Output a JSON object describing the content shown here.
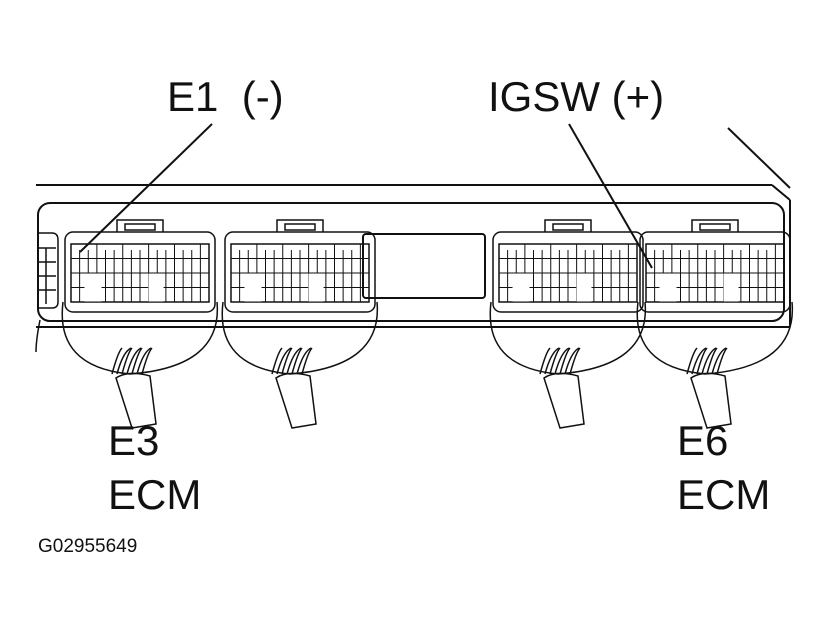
{
  "labels": {
    "e1": "E1  (-)",
    "igsw": "IGSW (+)",
    "e3": "E3",
    "e3_ecm": "ECM",
    "e6": "E6",
    "e6_ecm": "ECM",
    "figure_id": "G02955649"
  },
  "connectors": [
    "E3",
    "",
    "",
    "E6"
  ],
  "colors": {
    "stroke": "#111111",
    "background": "#ffffff"
  }
}
